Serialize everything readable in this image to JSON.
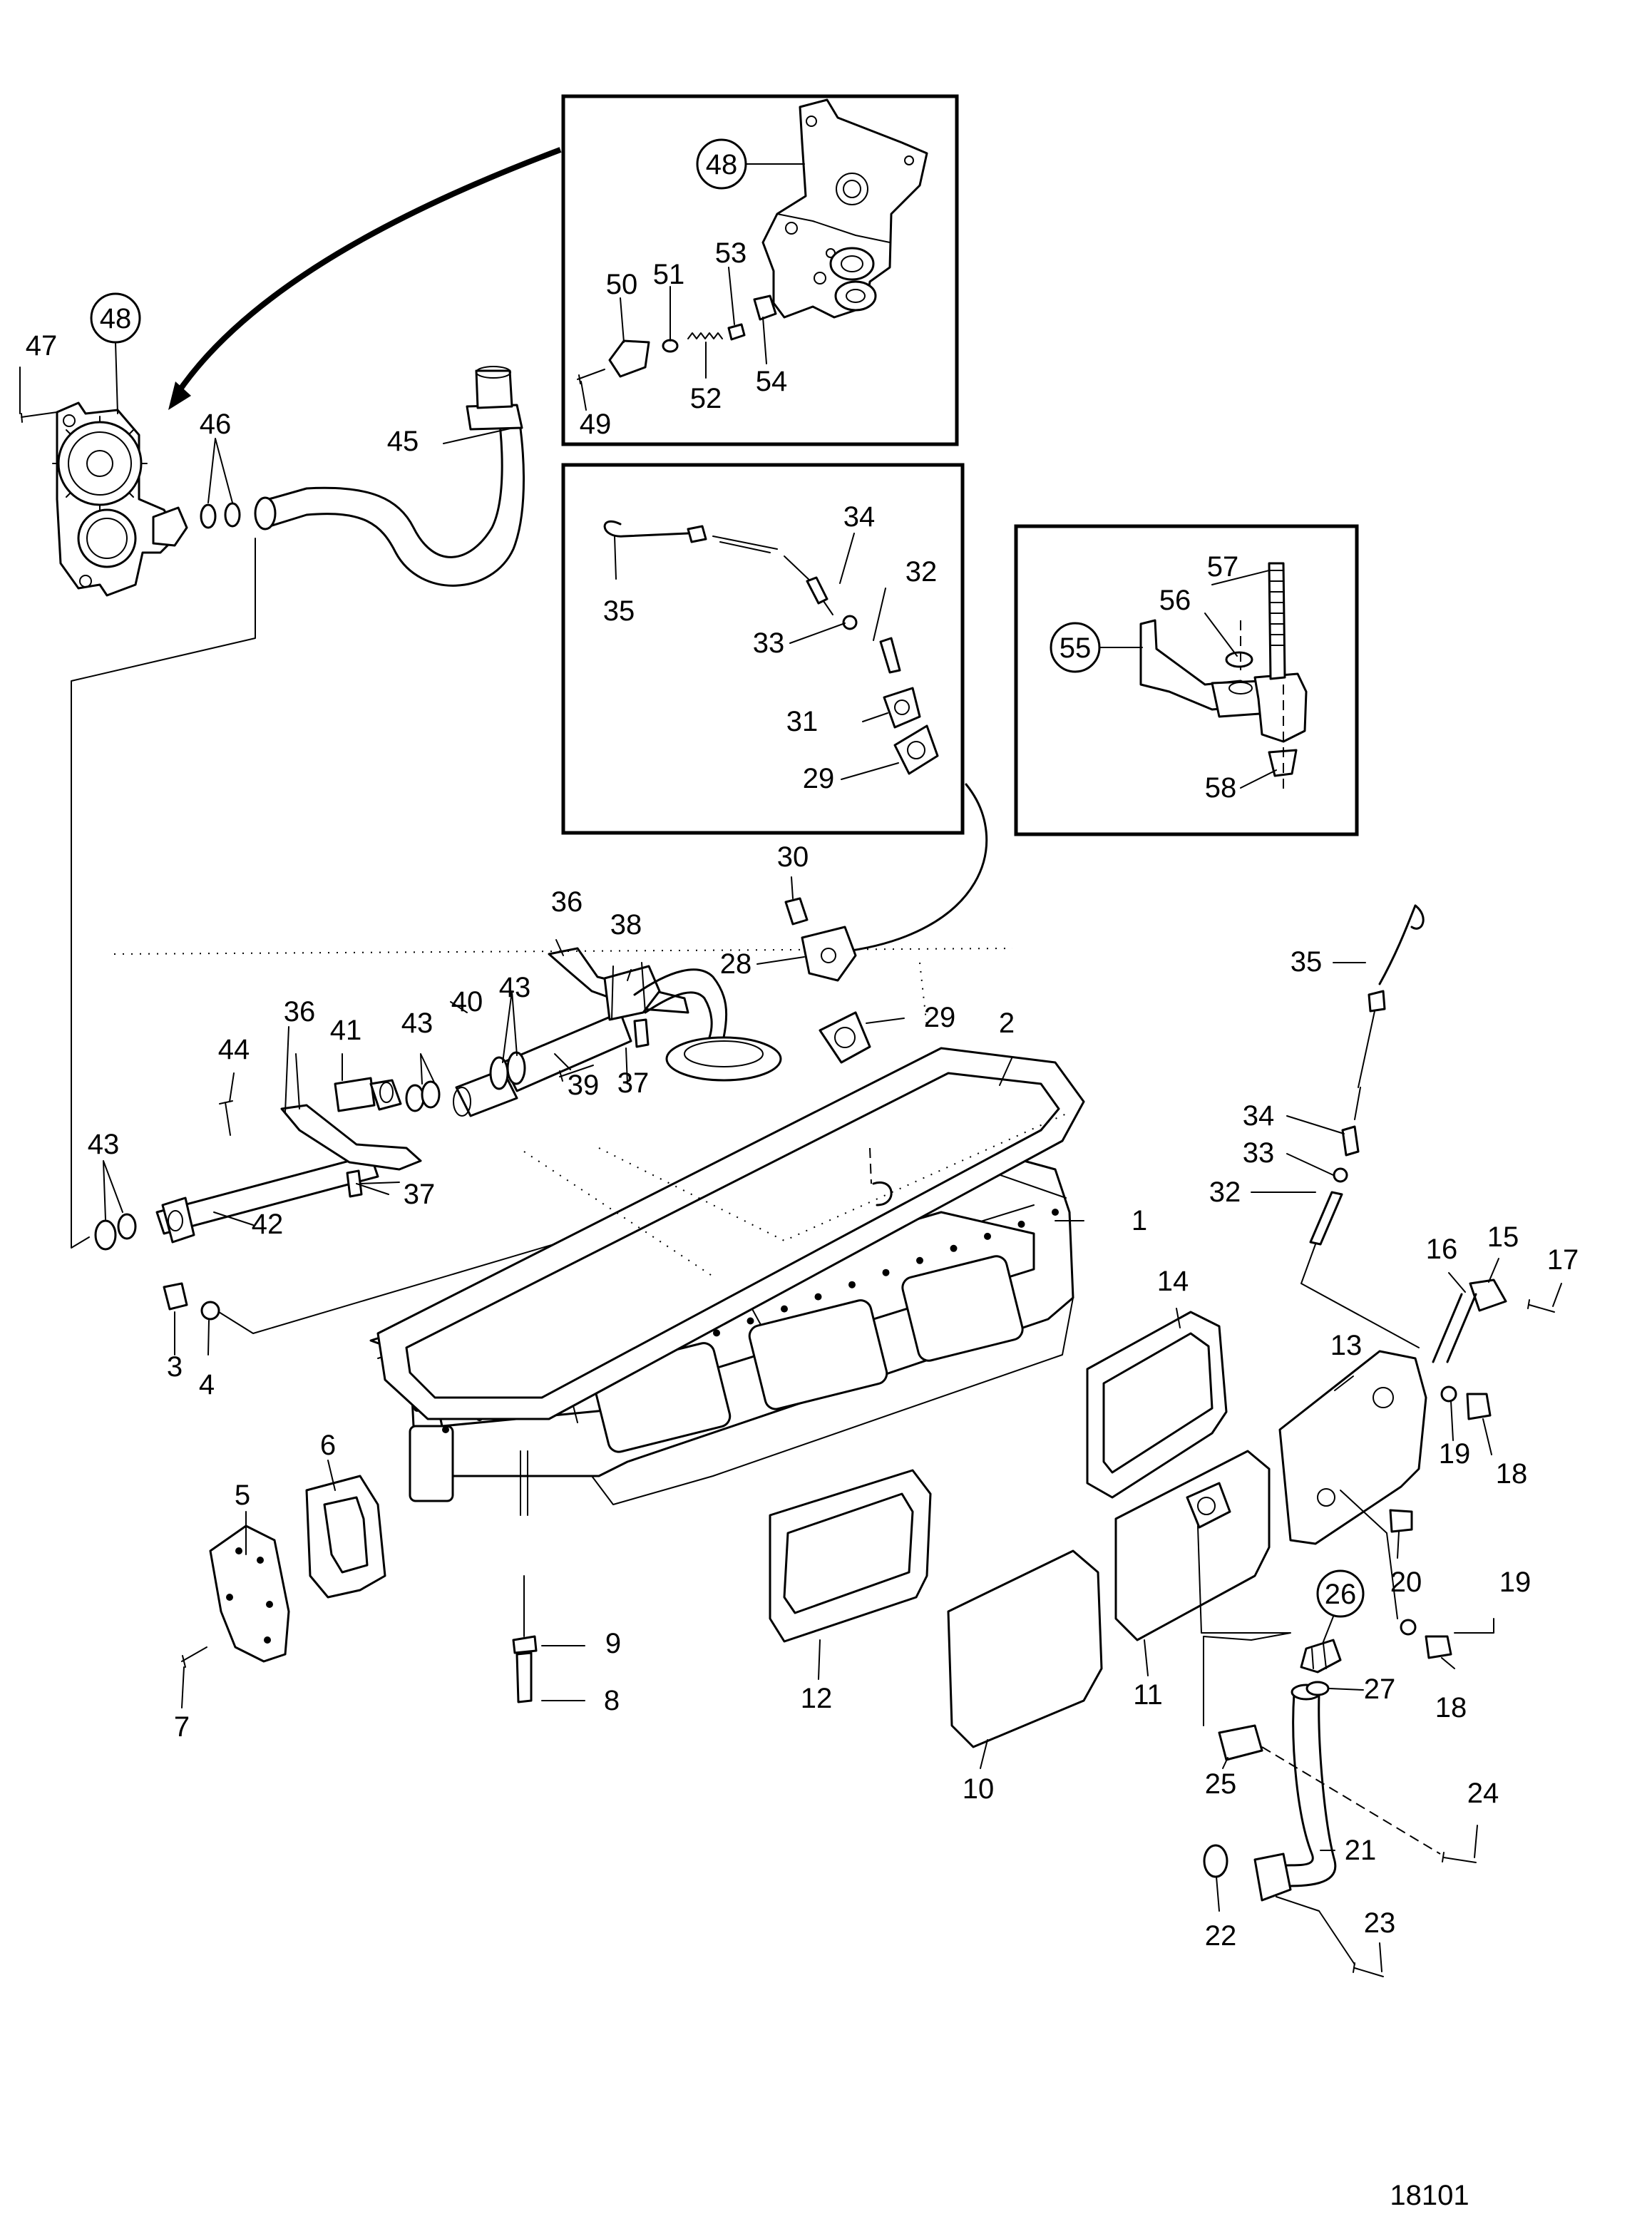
{
  "figure": {
    "number": "18101"
  },
  "callouts": [
    "48",
    "48",
    "55",
    "26"
  ],
  "labels": [
    "1",
    "2",
    "3",
    "4",
    "5",
    "6",
    "7",
    "8",
    "9",
    "10",
    "11",
    "12",
    "13",
    "14",
    "15",
    "16",
    "17",
    "18",
    "18",
    "19",
    "19",
    "20",
    "21",
    "22",
    "23",
    "24",
    "25",
    "27",
    "28",
    "29",
    "29",
    "30",
    "31",
    "32",
    "32",
    "33",
    "33",
    "34",
    "34",
    "35",
    "35",
    "36",
    "36",
    "37",
    "37",
    "38",
    "39",
    "40",
    "41",
    "42",
    "43",
    "43",
    "43",
    "44",
    "45",
    "46",
    "47",
    "49",
    "50",
    "51",
    "52",
    "53",
    "54",
    "56",
    "57",
    "58"
  ]
}
